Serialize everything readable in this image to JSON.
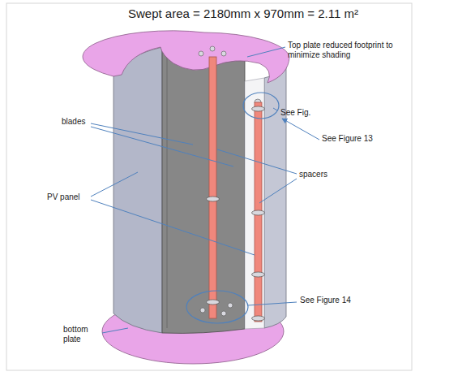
{
  "diagram": {
    "title": "Swept area = 2180mm x 970mm = 2.11 m²",
    "labels": [
      "Top plate reduced footprint to minimize shading",
      "See Fig.",
      "blades",
      "See Figure 13",
      "spacers",
      "PV panel",
      "See Figure 14",
      "bottom plate"
    ]
  }
}
